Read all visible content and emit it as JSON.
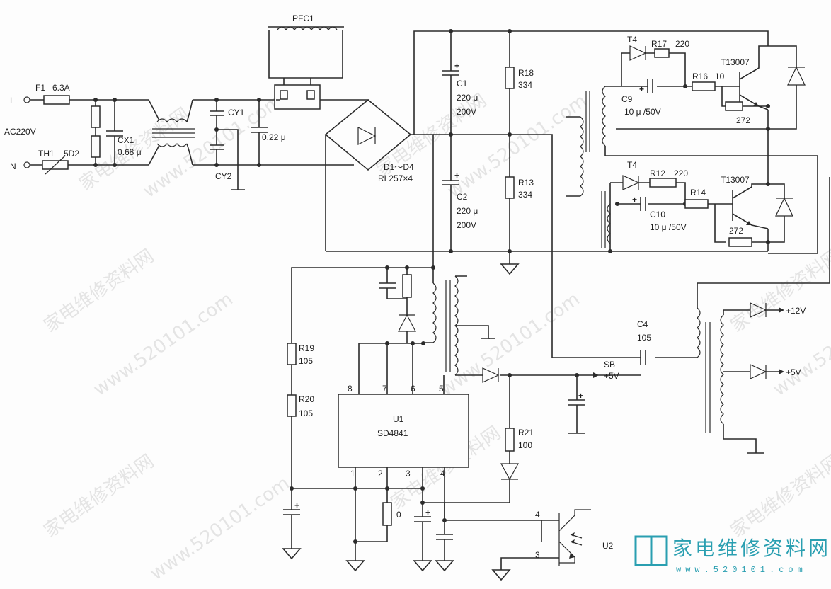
{
  "labels": {
    "L": "L",
    "N": "N",
    "ac": "AC220V",
    "f1": "F1",
    "f1_val": "6.3A",
    "th1": "TH1",
    "th1_val": "5D2",
    "cx1": "CX1",
    "cx1_val": "0.68 μ",
    "cy1": "CY1",
    "cy2": "CY2",
    "cap_022": "0.22 μ",
    "pfc": "PFC1",
    "bridge": "D1～D4",
    "bridge_val": "RL257×4",
    "c1": "C1",
    "c1_val1": "220 μ",
    "c1_val2": "200V",
    "c2": "C2",
    "c2_val1": "220 μ",
    "c2_val2": "200V",
    "r18": "R18",
    "r18_val": "334",
    "r13": "R13",
    "r13_val": "334",
    "t4a": "T4",
    "r17": "R17",
    "r17_val": "220",
    "q1": "T13007",
    "r16": "R16",
    "r16_val": "10",
    "c9": "C9",
    "c9_val": "10 μ /50V",
    "r272a": "272",
    "t4b": "T4",
    "r12": "R12",
    "r12_val": "220",
    "q2": "T13007",
    "r14": "R14",
    "c10": "C10",
    "c10_val": "10 μ /50V",
    "r272b": "272",
    "c4": "C4",
    "c4_val": "105",
    "out12": "+12V",
    "out5": "+5V",
    "sb": "SB",
    "sb5": "+5V",
    "r19": "R19",
    "r19_val": "105",
    "r20": "R20",
    "r20_val": "105",
    "u1": "U1",
    "u1_part": "SD4841",
    "pin8": "8",
    "pin7": "7",
    "pin6": "6",
    "pin5": "5",
    "pin1": "1",
    "pin2": "2",
    "pin3": "3",
    "pin4": "4",
    "r21": "R21",
    "r21_val": "100",
    "r0": "0",
    "u2": "U2",
    "u2_pin4": "4",
    "u2_pin3": "3"
  },
  "watermark": {
    "text": "家电维修资料网",
    "url": "www.520101.com",
    "logo_cn": "家电维修资料网",
    "logo_url": "www.520101.com",
    "logo_color": "#2a9fb1"
  }
}
